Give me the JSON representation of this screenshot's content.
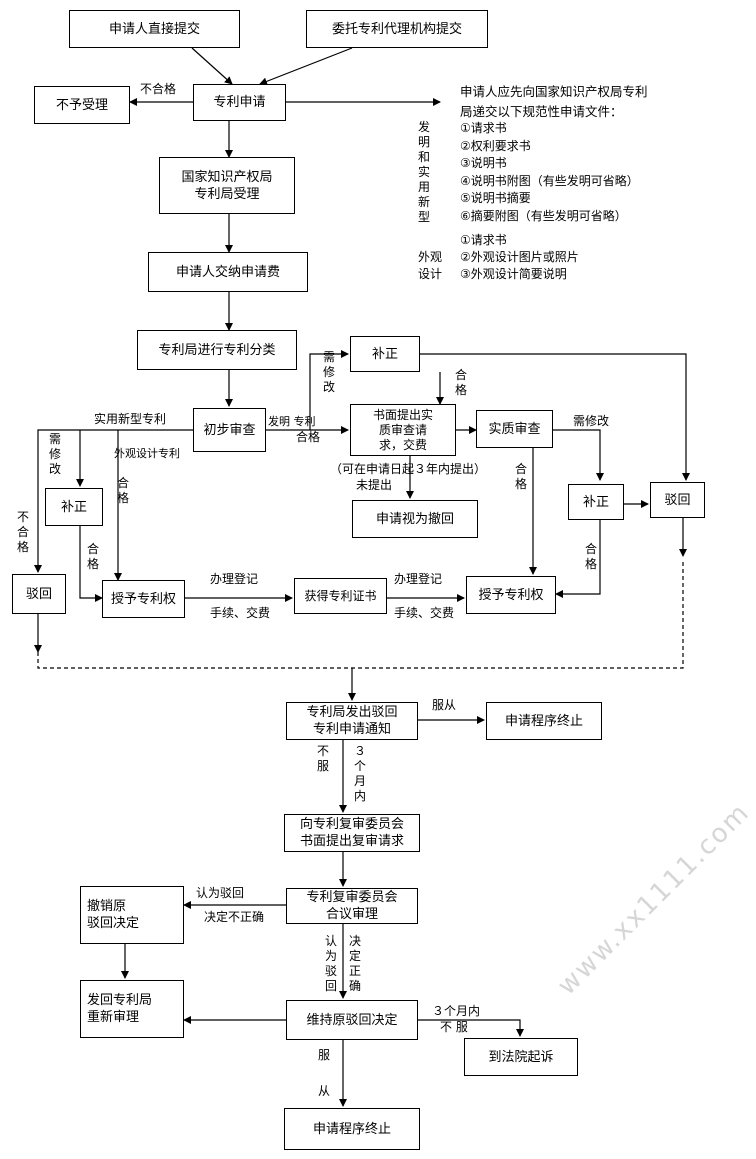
{
  "boxes": {
    "direct_submit": "申请人直接提交",
    "agency_submit": "委托专利代理机构提交",
    "not_accepted": "不予受理",
    "patent_application": "专利申请",
    "office_accept": "国家知识产权局\n专利局受理",
    "pay_fee": "申请人交纳申请费",
    "classify": "专利局进行专利分类",
    "prelim_exam": "初步审查",
    "correction_top": "补正",
    "written_request": "书面提出实\n质审查请\n求，交费",
    "substantive_exam": "实质审查",
    "deemed_withdrawn": "申请视为撤回",
    "correction_left": "补正",
    "correction_right": "补正",
    "reject_right": "驳回",
    "reject_left": "驳回",
    "grant_left": "授予专利权",
    "certificate": "获得专利证书",
    "grant_right": "授予专利权",
    "rejection_notice": "专利局发出驳回\n专利申请通知",
    "terminate_1": "申请程序终止",
    "reexam_request": "向专利复审委员会\n书面提出复审请求",
    "board_review": "专利复审委员会\n合议审理",
    "revoke": "撤销原\n驳回决定",
    "return_reexam": "发回专利局\n重新审理",
    "maintain": "维持原驳回决定",
    "court": "到法院起诉",
    "terminate_2": "申请程序终止"
  },
  "labels": {
    "fail_top": "不合格",
    "requirement": "申请人应先向国家知识产权局专利\n局递交以下规范性申请文件：",
    "inv_docs": "①请求书\n②权利要求书\n③说明书\n④说明书附图（有些发明可省略）\n⑤说明书摘要\n⑥摘要附图（有些发明可省略）",
    "inv_side": "发\n明\n和\n实\n用\n新\n型",
    "design_docs": "①请求书\n②外观设计图片或照片\n③外观设计简要说明",
    "design_side": "外观\n设计",
    "utility_model": "实用新型专利",
    "design_patent": "外观设计专利",
    "invention_patent": "发明 专利",
    "need_modify_top": "需修改",
    "pass_top": "合格",
    "pass_mid": "合格",
    "within_3y": "（可在申请日起３年内提出）",
    "not_filed": "未提出",
    "need_modify_right": "需修改",
    "pass_sub": "合格",
    "need_modify_left": "需修改",
    "pass_design": "合格",
    "fail_left": "不合格",
    "pass_left": "合格",
    "pass_right": "合格",
    "register_1a": "办理登记",
    "register_1b": "手续、交费",
    "register_2a": "办理登记",
    "register_2b": "手续、交费",
    "accept_decision": "服从",
    "disagree": "不服",
    "three_months": "３个月内",
    "confirm_reject": "认为驳回",
    "wrong_decision": "决定不正确",
    "reject_right_v": "认为驳回",
    "decision_right_v": "决定正确",
    "three_months_2": "３个月内",
    "disagree_2": "不 服",
    "comply_a": "服",
    "comply_b": "从"
  },
  "watermark": "www.xx1111.com"
}
